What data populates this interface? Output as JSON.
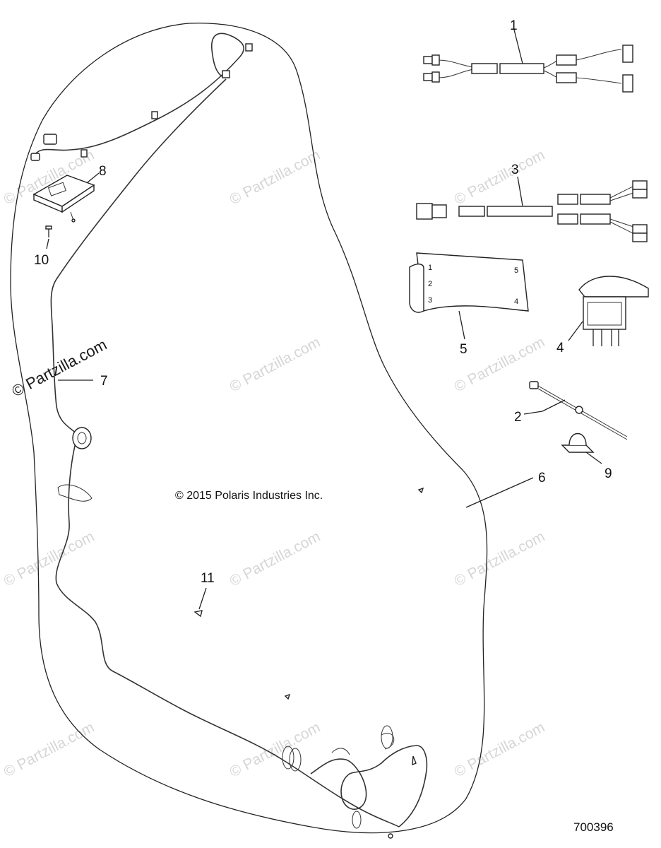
{
  "copyright": "© 2015 Polaris Industries Inc.",
  "diagram_number": "700396",
  "watermark": {
    "text": "© Partzilla.com",
    "main_text": "© Partzilla.com"
  },
  "callouts": {
    "c1": "1",
    "c2": "2",
    "c3": "3",
    "c4": "4",
    "c5": "5",
    "c6": "6",
    "c7": "7",
    "c8": "8",
    "c9": "9",
    "c10": "10",
    "c11": "11"
  },
  "switch_pack_labels": {
    "l1": "1",
    "l2": "2",
    "l3": "3",
    "l4": "4",
    "l5": "5"
  }
}
